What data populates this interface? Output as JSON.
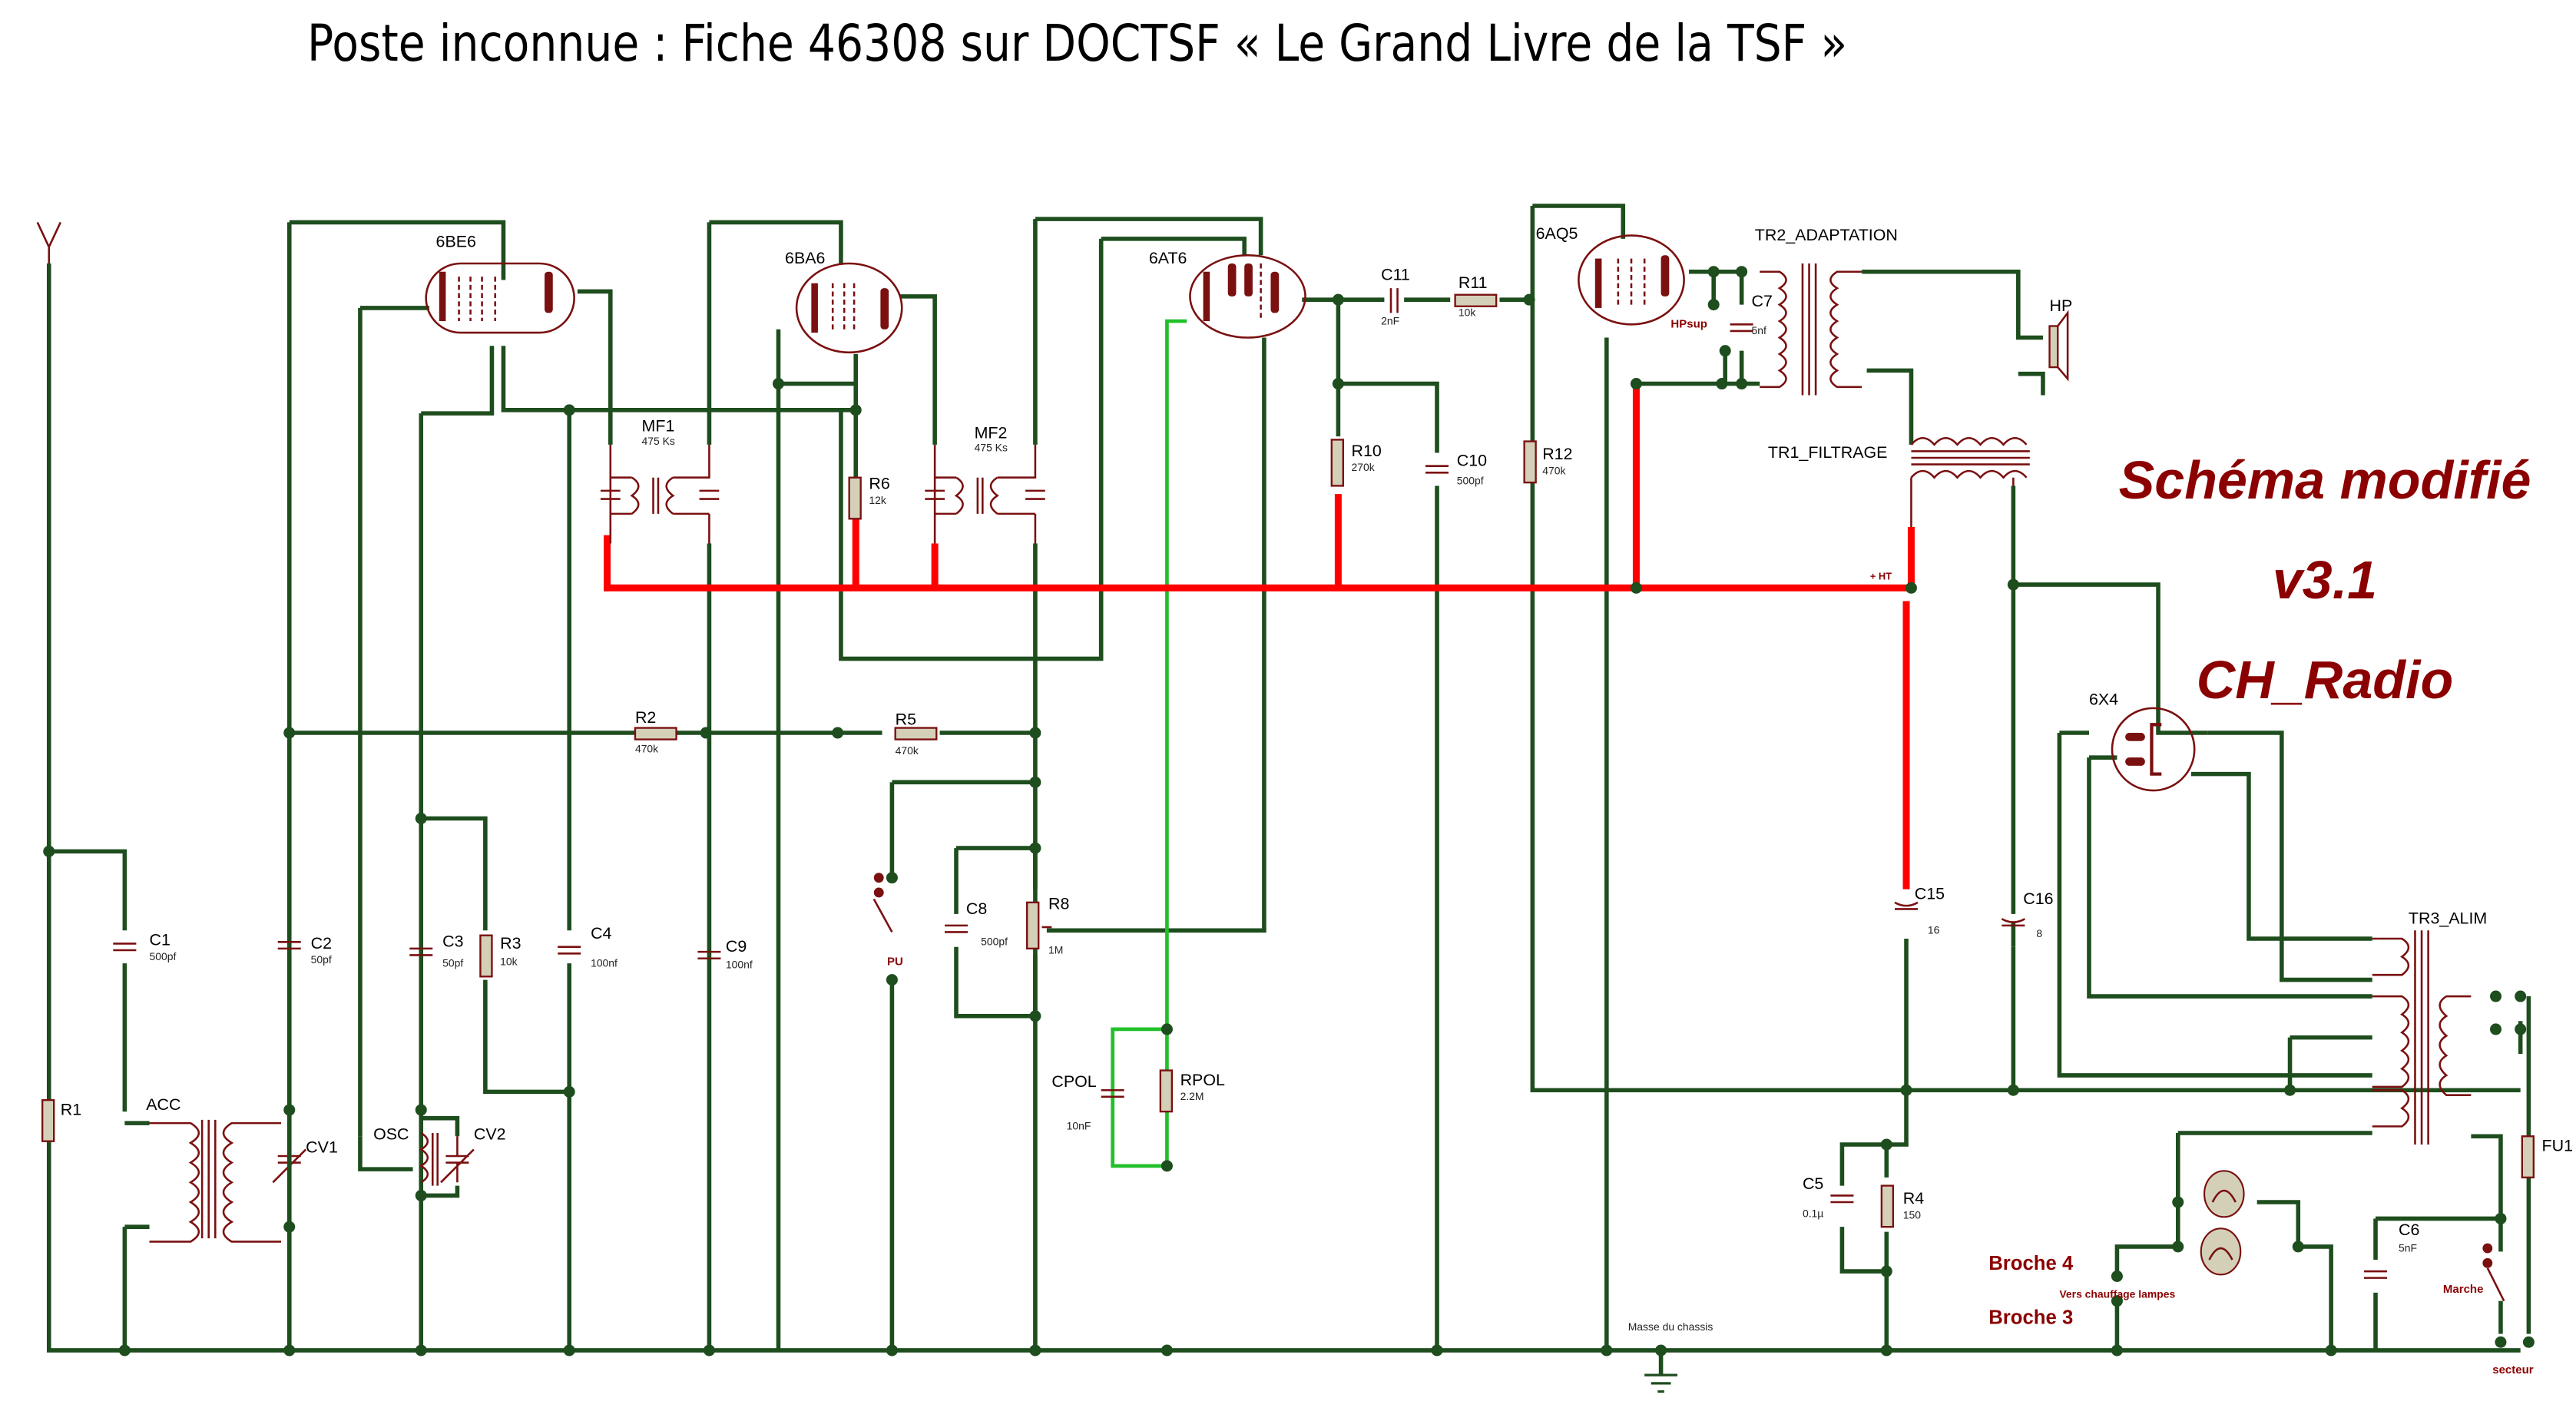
{
  "title": "Poste inconnue : Fiche 46308 sur DOCTSF « Le Grand Livre de la TSF »",
  "stamp": {
    "line1": "Schéma modifié",
    "line2": "v3.1",
    "line3": "CH_Radio"
  },
  "tubes": [
    {
      "ref": "6BE6"
    },
    {
      "ref": "6BA6"
    },
    {
      "ref": "6AT6"
    },
    {
      "ref": "6AQ5"
    },
    {
      "ref": "6X4"
    }
  ],
  "transformers": {
    "mf1": {
      "ref": "MF1",
      "value": "475 Ks"
    },
    "mf2": {
      "ref": "MF2",
      "value": "475 Ks"
    },
    "acc": {
      "ref": "ACC"
    },
    "osc": {
      "ref": "OSC"
    },
    "tr2": {
      "ref": "TR2_ADAPTATION"
    },
    "tr1": {
      "ref": "TR1_FILTRAGE"
    },
    "tr3": {
      "ref": "TR3_ALIM"
    }
  },
  "resistors": {
    "r1": {
      "ref": "R1"
    },
    "r2": {
      "ref": "R2",
      "value": "470k"
    },
    "r3": {
      "ref": "R3",
      "value": "10k"
    },
    "r4": {
      "ref": "R4",
      "value": "150"
    },
    "r5": {
      "ref": "R5",
      "value": "470k"
    },
    "r6": {
      "ref": "R6",
      "value": "12k"
    },
    "r8": {
      "ref": "R8",
      "value": "1M"
    },
    "r10": {
      "ref": "R10",
      "value": "270k"
    },
    "r11": {
      "ref": "R11",
      "value": "10k"
    },
    "r12": {
      "ref": "R12",
      "value": "470k"
    },
    "rpol": {
      "ref": "RPOL",
      "value": "2.2M"
    },
    "fu1": {
      "ref": "FU1"
    }
  },
  "capacitors": {
    "c1": {
      "ref": "C1",
      "value": "500pf"
    },
    "c2": {
      "ref": "C2",
      "value": "50pf"
    },
    "c3": {
      "ref": "C3",
      "value": "50pf"
    },
    "c4": {
      "ref": "C4",
      "value": "100nf"
    },
    "c5": {
      "ref": "C5",
      "value": "0.1µ"
    },
    "c6": {
      "ref": "C6",
      "value": "5nF"
    },
    "c7": {
      "ref": "C7",
      "value": "5nf"
    },
    "c8": {
      "ref": "C8",
      "value": "500pf"
    },
    "c9": {
      "ref": "C9",
      "value": "100nf"
    },
    "c10": {
      "ref": "C10",
      "value": "500pf"
    },
    "c11": {
      "ref": "C11",
      "value": "2nF"
    },
    "c15": {
      "ref": "C15",
      "value": "16"
    },
    "c16": {
      "ref": "C16",
      "value": "8"
    },
    "cpol": {
      "ref": "CPOL",
      "value": "10nF"
    },
    "cv1": {
      "ref": "CV1"
    },
    "cv2": {
      "ref": "CV2"
    }
  },
  "labels": {
    "hp": "HP",
    "hpsup": "HPsup",
    "ht": "+ HT",
    "pu": "PU",
    "masse": "Masse du chassis",
    "broche4": "Broche 4",
    "broche3": "Broche 3",
    "chauffage": "Vers chauffage lampes",
    "marche": "Marche",
    "secteur": "secteur"
  }
}
